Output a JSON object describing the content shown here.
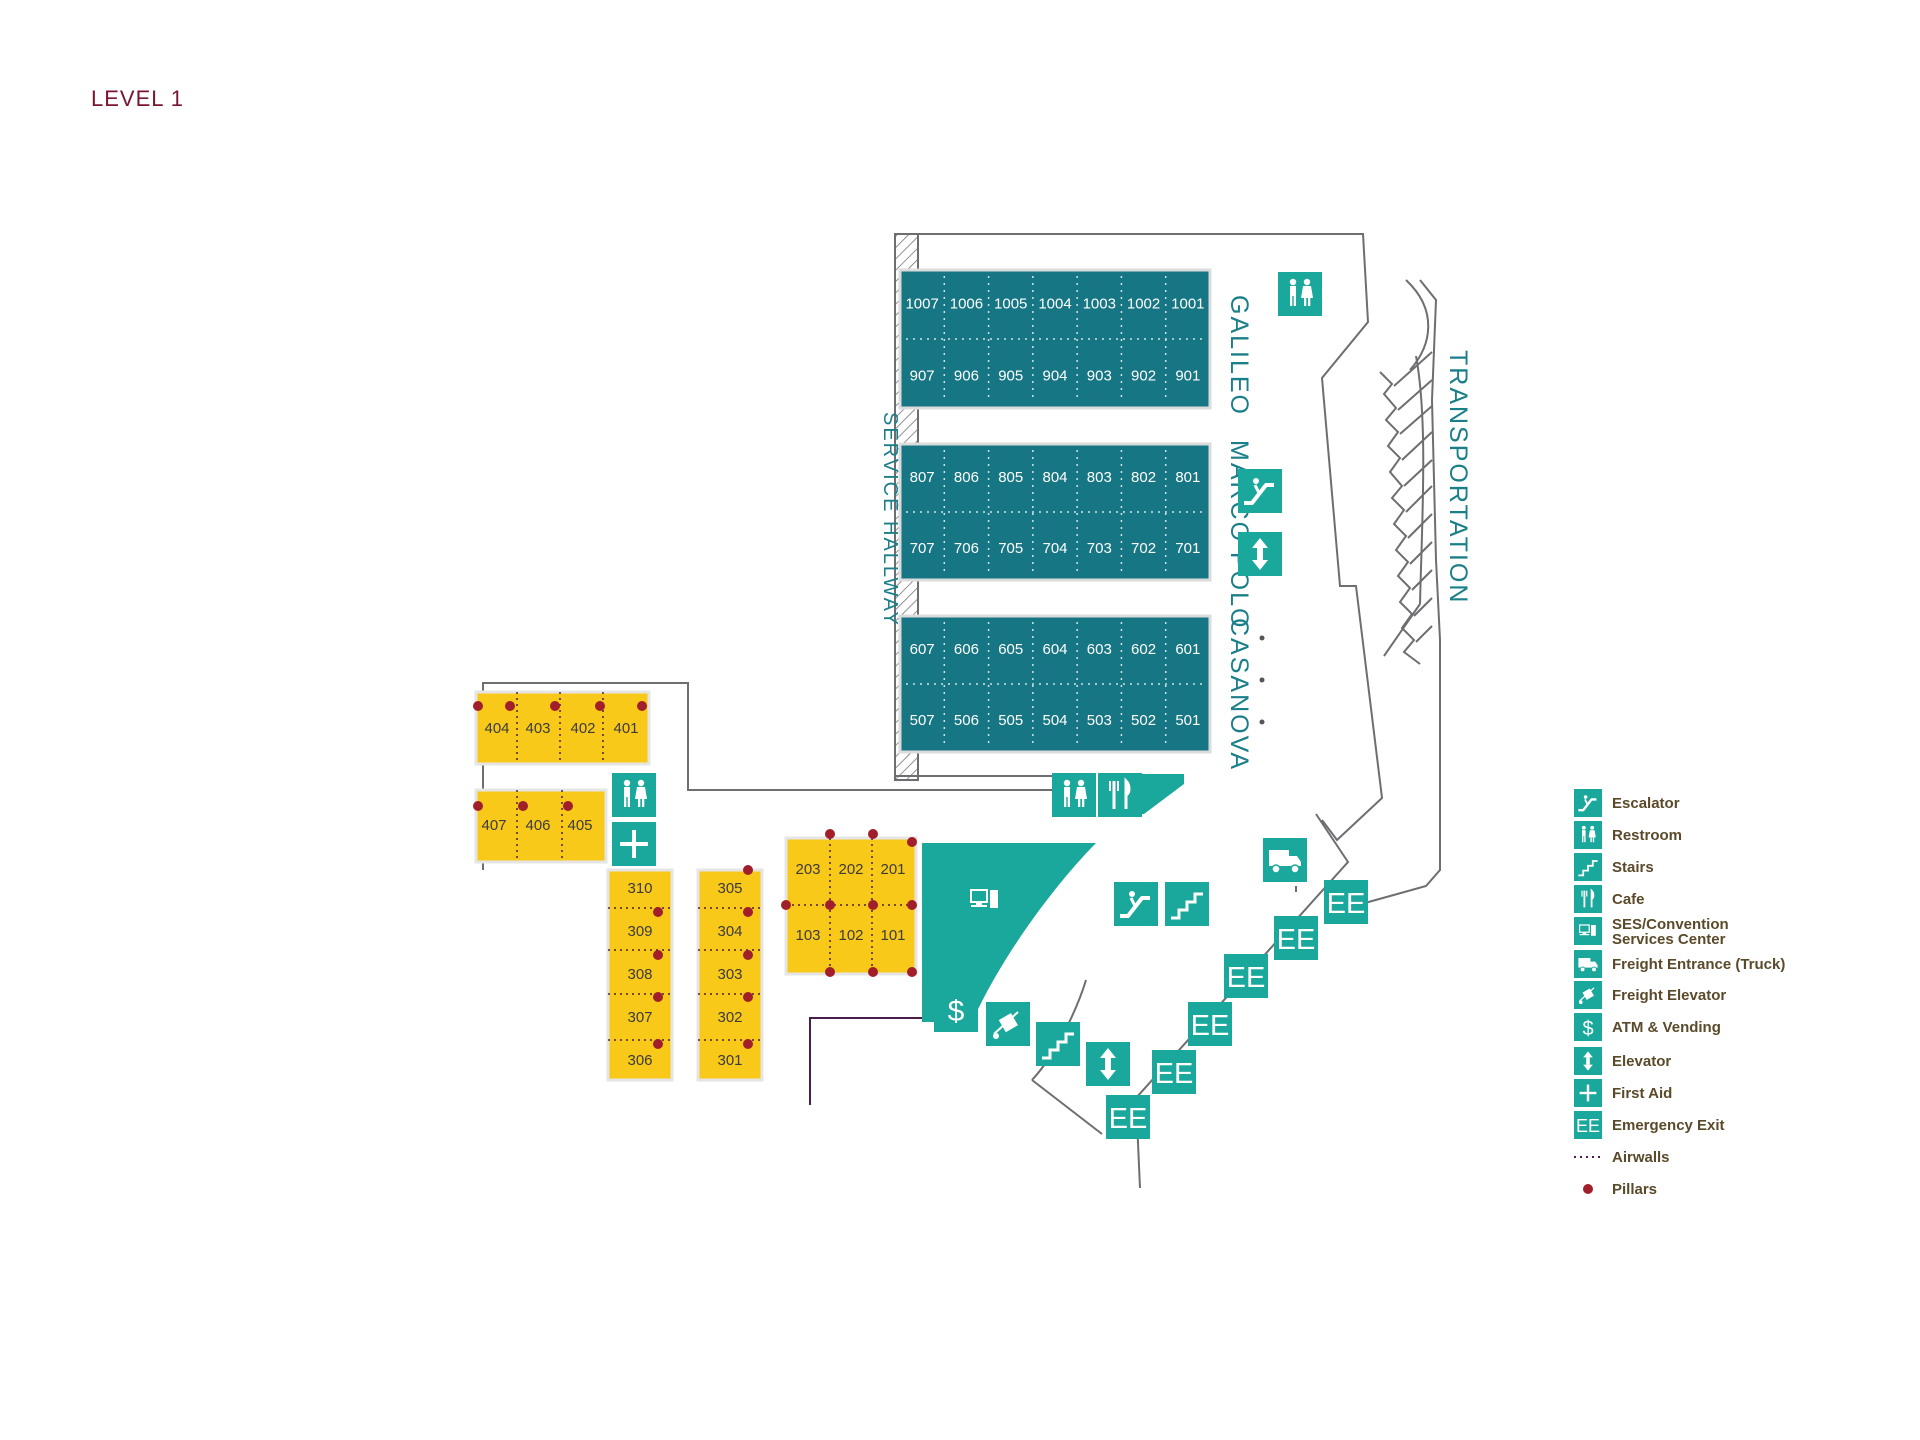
{
  "page": {
    "floor_title": "LEVEL 1"
  },
  "colors": {
    "teal": "#167684",
    "icon_teal": "#1aa89c",
    "yellow": "#f9c91a",
    "pillar": "#a01f2a",
    "wall": "#6d6e71",
    "title": "#7a1530"
  },
  "wings": {
    "galileo": {
      "name": "GALILEO",
      "top_row": [
        "1007",
        "1006",
        "1005",
        "1004",
        "1003",
        "1002",
        "1001"
      ],
      "bottom_row": [
        "907",
        "906",
        "905",
        "904",
        "903",
        "902",
        "901"
      ]
    },
    "marco_polo": {
      "name": "MARCO POLO",
      "top_row": [
        "807",
        "806",
        "805",
        "804",
        "803",
        "802",
        "801"
      ],
      "bottom_row": [
        "707",
        "706",
        "705",
        "704",
        "703",
        "702",
        "701"
      ]
    },
    "casanova": {
      "name": "CASANOVA",
      "top_row": [
        "607",
        "606",
        "605",
        "604",
        "603",
        "602",
        "601"
      ],
      "bottom_row": [
        "507",
        "506",
        "505",
        "504",
        "503",
        "502",
        "501"
      ]
    }
  },
  "corridors": {
    "service_hallway": "SERVICE HALLWAY",
    "transportation": "TRANSPORTATION"
  },
  "yellow_rooms": {
    "row_400_top": [
      "404",
      "403",
      "402",
      "401"
    ],
    "row_400_bottom": [
      "407",
      "406",
      "405"
    ],
    "col_310": [
      "310",
      "309",
      "308",
      "307",
      "306"
    ],
    "col_305": [
      "305",
      "304",
      "303",
      "302",
      "301"
    ],
    "block_200": [
      "203",
      "202",
      "201"
    ],
    "block_100": [
      "103",
      "102",
      "101"
    ]
  },
  "icons": {
    "emergency_exit_text": "EE",
    "atm_symbol": "$"
  },
  "legend": [
    {
      "label": "Escalator",
      "icon": "escalator-icon"
    },
    {
      "label": "Restroom",
      "icon": "restroom-icon"
    },
    {
      "label": "Stairs",
      "icon": "stairs-icon"
    },
    {
      "label": "Cafe",
      "icon": "cafe-icon"
    },
    {
      "label": "SES/Convention",
      "label2": "Services Center",
      "icon": "convention-services-icon"
    },
    {
      "label": "Freight Entrance (Truck)",
      "icon": "freight-truck-icon"
    },
    {
      "label": "Freight Elevator",
      "icon": "freight-elevator-icon"
    },
    {
      "label": "ATM & Vending",
      "icon": "atm-icon"
    },
    {
      "label": "Elevator",
      "icon": "elevator-icon"
    },
    {
      "label": "First Aid",
      "icon": "first-aid-icon"
    },
    {
      "label": "Emergency Exit",
      "icon": "emergency-exit-icon"
    },
    {
      "label": "Airwalls",
      "icon": "airwall-line-icon"
    },
    {
      "label": "Pillars",
      "icon": "pillar-dot-icon"
    }
  ]
}
